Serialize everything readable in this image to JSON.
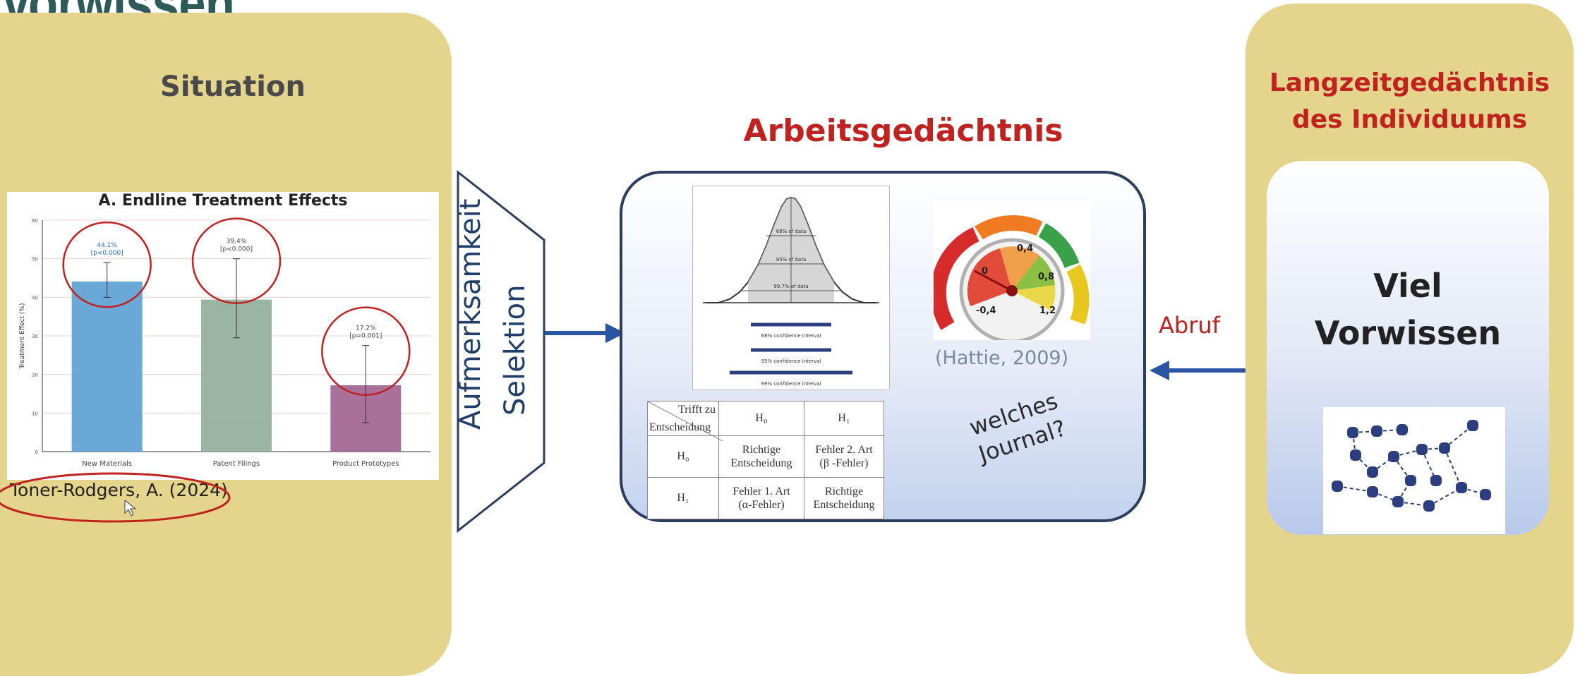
{
  "heading": "Vorwissen",
  "situation": {
    "title": "Situation",
    "citation": "Toner-Rodgers, A. (2024)",
    "chart_data": {
      "type": "bar",
      "title": "A. Endline Treatment Effects",
      "xlabel": "",
      "ylabel": "Treatment Effect (%)",
      "ylim": [
        0,
        60
      ],
      "yticks": [
        "0",
        "10",
        "20",
        "30",
        "40",
        "50",
        "60"
      ],
      "categories": [
        "New Materials",
        "Patent Filings",
        "Product Prototypes"
      ],
      "values": [
        44.1,
        39.4,
        17.2
      ],
      "error_low": [
        40.0,
        29.5,
        7.5
      ],
      "error_high": [
        49.0,
        50.0,
        27.5
      ],
      "data_labels": [
        "44.1%",
        "39.4%",
        "17.2%"
      ],
      "p_labels": [
        "[p<0.000]",
        "[p<0.000]",
        "[p=0.001]"
      ],
      "colors": [
        "#5a9fd4",
        "#8fae98",
        "#a0628e"
      ]
    }
  },
  "attention": {
    "line1": "Aufmerksamkeit",
    "line2": "Selektion"
  },
  "working_memory": {
    "title": "Arbeitsgedächtnis",
    "bell_labels": [
      "68% of data",
      "95% of data",
      "99.7% of data"
    ],
    "ci_labels": [
      "68% confidence interval",
      "95% confidence interval",
      "99% confidence interval"
    ],
    "gauge_values": [
      "0",
      "0,4",
      "0,8",
      "1,2",
      "-0,4"
    ],
    "hattie": "(Hattie, 2009)",
    "journal_line1": "welches",
    "journal_line2": "Journal?",
    "table": {
      "corner_top": "Trifft zu",
      "corner_bottom": "Entscheidung",
      "col_h0": "H₀",
      "col_h1": "H₁",
      "row_h0": "H₀",
      "row_h1": "H₁",
      "r0c0_a": "Richtige",
      "r0c0_b": "Entscheidung",
      "r0c1_a": "Fehler 2. Art",
      "r0c1_b": "(β -Fehler)",
      "r1c0_a": "Fehler 1. Art",
      "r1c0_b": "(α-Fehler)",
      "r1c1_a": "Richtige",
      "r1c1_b": "Entscheidung"
    }
  },
  "recall": "Abruf",
  "ltm": {
    "title_line1": "Langzeitgedächtnis",
    "title_line2": "des Individuums",
    "knowledge_line1": "Viel",
    "knowledge_line2": "Vorwissen"
  },
  "colors": {
    "panel": "#e4d48c",
    "accent_red": "#c0221f",
    "arrow_blue": "#2a55a0",
    "heading": "#2e5a5a"
  }
}
